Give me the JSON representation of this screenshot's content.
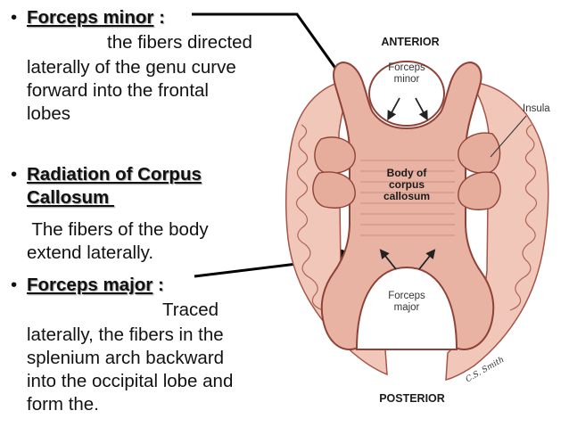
{
  "bullets": {
    "forceps_minor": {
      "marker": "•",
      "term": "Forceps minor",
      "colon": " :",
      "lines": [
        "the fibers directed",
        "laterally of the genu curve",
        "forward into the frontal",
        "lobes"
      ]
    },
    "radiation": {
      "marker": "•",
      "term_line1": "Radiation of Corpus",
      "term_line2": "Callosum ",
      "lines": [
        " The fibers of the body",
        "extend laterally."
      ]
    },
    "forceps_major": {
      "marker": "•",
      "term": "Forceps major",
      "colon": " :",
      "lines": [
        "Traced",
        "laterally, the fibers in the",
        "splenium arch backward",
        "into the occipital lobe and",
        "form the."
      ]
    }
  },
  "figure": {
    "anterior": "ANTERIOR",
    "posterior": "POSTERIOR",
    "forceps_minor_label": [
      "Forceps",
      "minor"
    ],
    "forceps_major_label": [
      "Forceps",
      "major"
    ],
    "body_label": [
      "Body of",
      "corpus",
      "callosum"
    ],
    "insula_label": "Insula",
    "signature": "C.S. Smith"
  }
}
